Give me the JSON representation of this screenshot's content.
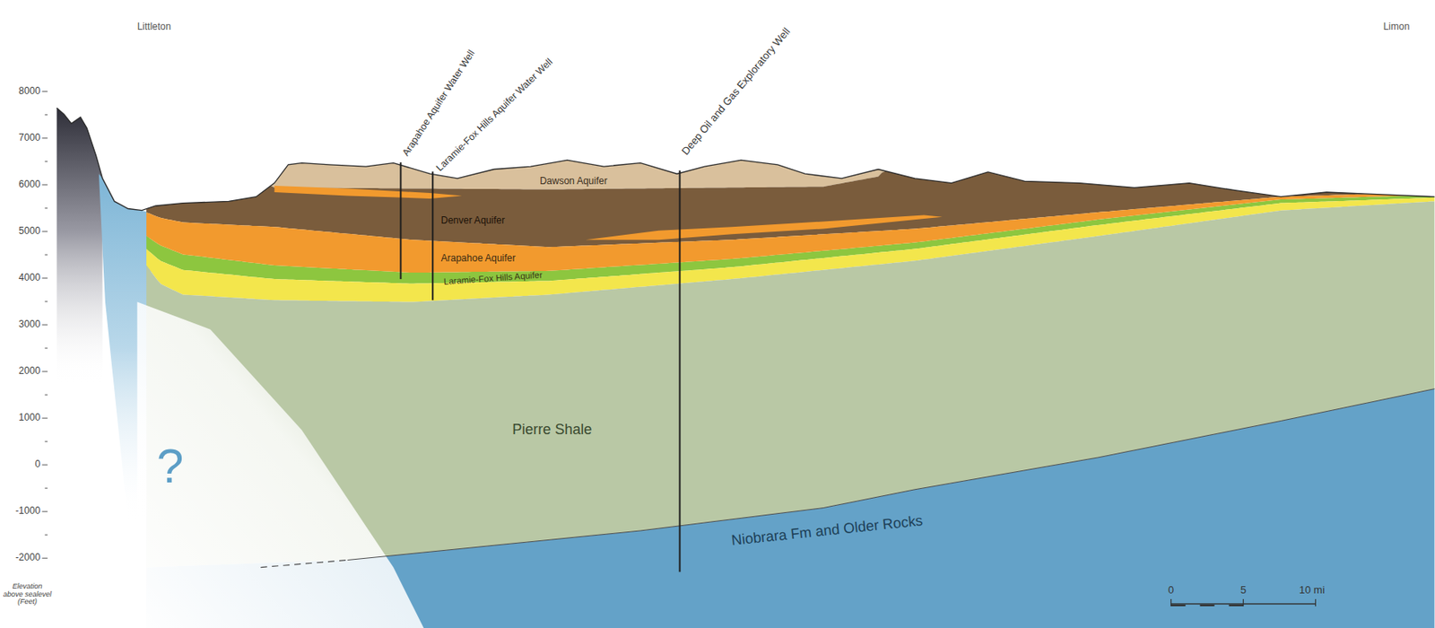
{
  "diagram": {
    "nodes": [
      {
        "text": [
          "Dawson Aquifer"
        ]
      },
      {
        "text": [
          "Denver Aquifer"
        ]
      },
      {
        "text": [
          "Arapahoe Aquifer"
        ]
      },
      {
        "text": [
          "Laramie-Fox Hills Aquifer"
        ]
      },
      {
        "text": [
          "Pierre Shale"
        ]
      },
      {
        "text": [
          "Niobrara Fm and Older Rocks"
        ]
      }
    ],
    "labels": [
      "Littleton",
      "Limon",
      "Arapahoe Aquifer Water Well",
      "Laramie-Fox Hills Aquifer Water Well",
      "Deep Oil and Gas Exploratory Well",
      "8000",
      "7000",
      "6000",
      "5000",
      "4000",
      "3000",
      "2000",
      "1000",
      "0",
      "-1000",
      "-2000",
      "Elevation above sealevel (Feet)",
      "?",
      "0",
      "5",
      "10 mi"
    ]
  }
}
